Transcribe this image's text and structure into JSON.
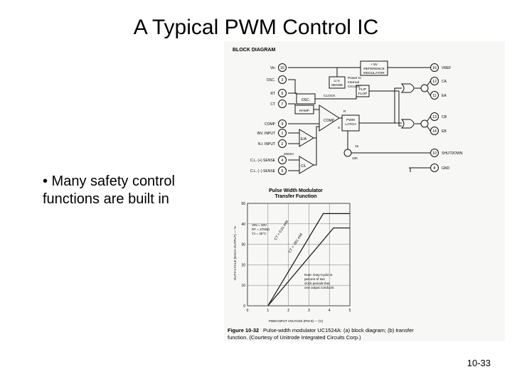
{
  "slide": {
    "title": "A Typical PWM Control IC",
    "bullet": "• Many safety control functions are built in",
    "page_number": "10-33"
  },
  "block_diagram": {
    "heading": "BLOCK DIAGRAM",
    "regulator": [
      "+ 5V",
      "REFERENCE",
      "REGULATOR"
    ],
    "uv_sense": [
      "U.V.",
      "SENSE"
    ],
    "power_note": [
      "Power to",
      "Internal",
      "Circuitry"
    ],
    "flipflop": [
      "FLIP",
      "FLOP"
    ],
    "osc": "OSC.",
    "clock": "CLOCK",
    "ramp": "RAMP",
    "comp": "COMP",
    "pwm_latch": [
      "PWM",
      "LATCH"
    ],
    "ea": "E/A",
    "cl": "C/L",
    "lbl_200mv": "200mV",
    "lbl_1k": "1K",
    "lbl_10k": "10K",
    "lbl_r": "R",
    "lbl_s": "S",
    "pins_left": [
      {
        "name": "Vin",
        "num": "15"
      },
      {
        "name": "OSC.",
        "num": "3"
      },
      {
        "name": "RT",
        "num": "6"
      },
      {
        "name": "CT",
        "num": "7"
      },
      {
        "name": "COMP",
        "num": "9"
      },
      {
        "name": "INV. INPUT",
        "num": "1"
      },
      {
        "name": "N.I. INPUT",
        "num": "2"
      },
      {
        "name": "C.L. (+) SENSE",
        "num": "4"
      },
      {
        "name": "C.L. (−) SENSE",
        "num": "5"
      }
    ],
    "pins_right": [
      {
        "name": "VREF",
        "num": "16"
      },
      {
        "name": "CA",
        "num": "12"
      },
      {
        "name": "EA",
        "num": "11"
      },
      {
        "name": "CB",
        "num": "13"
      },
      {
        "name": "EB",
        "num": "14"
      },
      {
        "name": "SHUTDOWN",
        "num": "10"
      },
      {
        "name": "GND",
        "num": "8"
      }
    ]
  },
  "chart_data": {
    "type": "line",
    "title": "Pulse Width Modulator Transfer Function",
    "xlabel": "PWM INPUT VOLTAGE (PIN 9) — (V)",
    "ylabel": "DUTY-CYCLE (EACH OUTPUT) — %",
    "xlim": [
      0,
      5
    ],
    "ylim": [
      0,
      50
    ],
    "xticks": [
      "0",
      "1",
      "2",
      "3",
      "4",
      "5"
    ],
    "yticks": [
      "0",
      "10",
      "20",
      "30",
      "40",
      "50"
    ],
    "conditions": [
      "VIN = 20V",
      "RT = 2700Ω",
      "TJ = 25°C"
    ],
    "note": [
      "Note: Duty-Cycle is",
      "percent of two",
      "clock periods that",
      "one output conducts"
    ],
    "series": [
      {
        "name": "CT = 0.01 mfd",
        "x": [
          1.0,
          3.7,
          5.0
        ],
        "y": [
          0,
          45,
          45
        ]
      },
      {
        "name": "CT = .001 mfd",
        "x": [
          1.0,
          4.2,
          5.0
        ],
        "y": [
          0,
          38,
          38
        ]
      }
    ]
  },
  "caption": {
    "figure_label": "Figure 10-32",
    "text": "Pulse-width modulator UC1524A: (a) block diagram; (b) transfer function. (Courtesy of Unitrode Integrated Circuits Corp.)"
  }
}
